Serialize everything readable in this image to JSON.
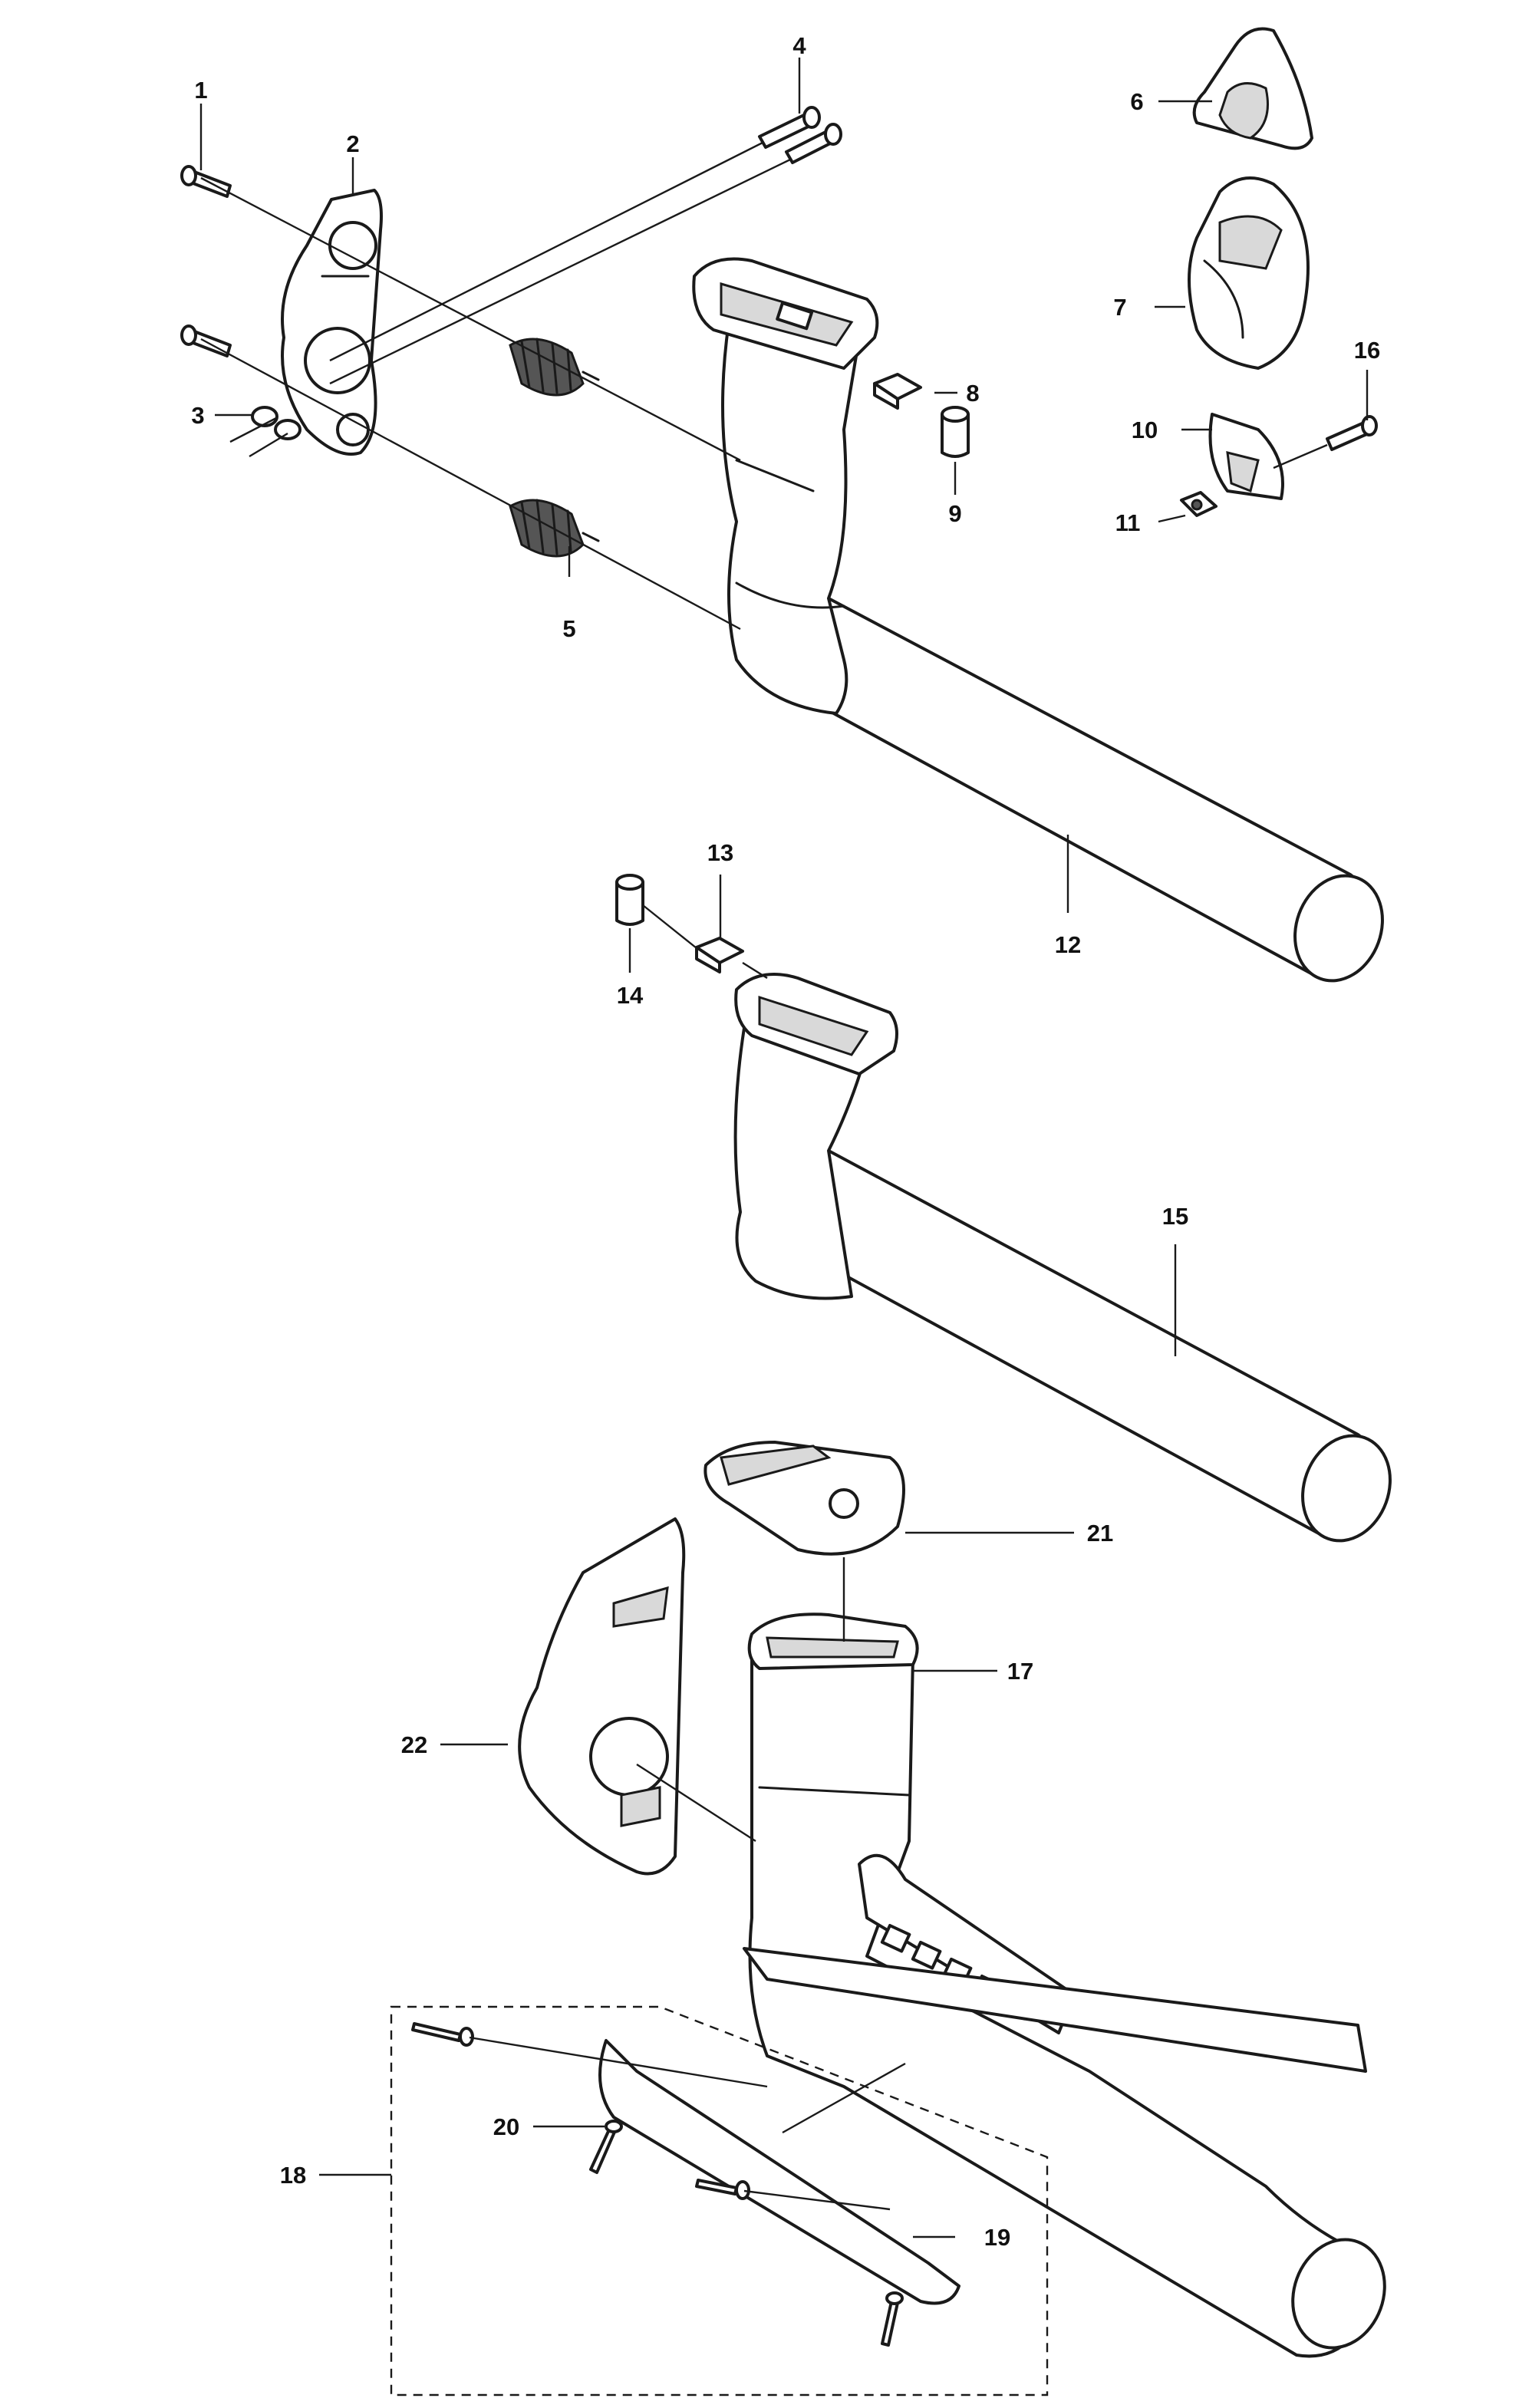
{
  "callouts": [
    {
      "id": "c1",
      "text": "1"
    },
    {
      "id": "c2",
      "text": "2"
    },
    {
      "id": "c3",
      "text": "3"
    },
    {
      "id": "c4",
      "text": "4"
    },
    {
      "id": "c5",
      "text": "5"
    },
    {
      "id": "c6",
      "text": "6"
    },
    {
      "id": "c7",
      "text": "7"
    },
    {
      "id": "c8",
      "text": "8"
    },
    {
      "id": "c9",
      "text": "9"
    },
    {
      "id": "c10",
      "text": "10"
    },
    {
      "id": "c11",
      "text": "11"
    },
    {
      "id": "c12",
      "text": "12"
    },
    {
      "id": "c13",
      "text": "13"
    },
    {
      "id": "c14",
      "text": "14"
    },
    {
      "id": "c15",
      "text": "15"
    },
    {
      "id": "c16",
      "text": "16"
    },
    {
      "id": "c17",
      "text": "17"
    },
    {
      "id": "c18",
      "text": "18"
    },
    {
      "id": "c19",
      "text": "19"
    },
    {
      "id": "c20",
      "text": "20"
    },
    {
      "id": "c21",
      "text": "21"
    },
    {
      "id": "c22",
      "text": "22"
    }
  ],
  "colors": {
    "line": "#1a1a1a",
    "background": "#ffffff",
    "shade": "#d9d9d9"
  }
}
